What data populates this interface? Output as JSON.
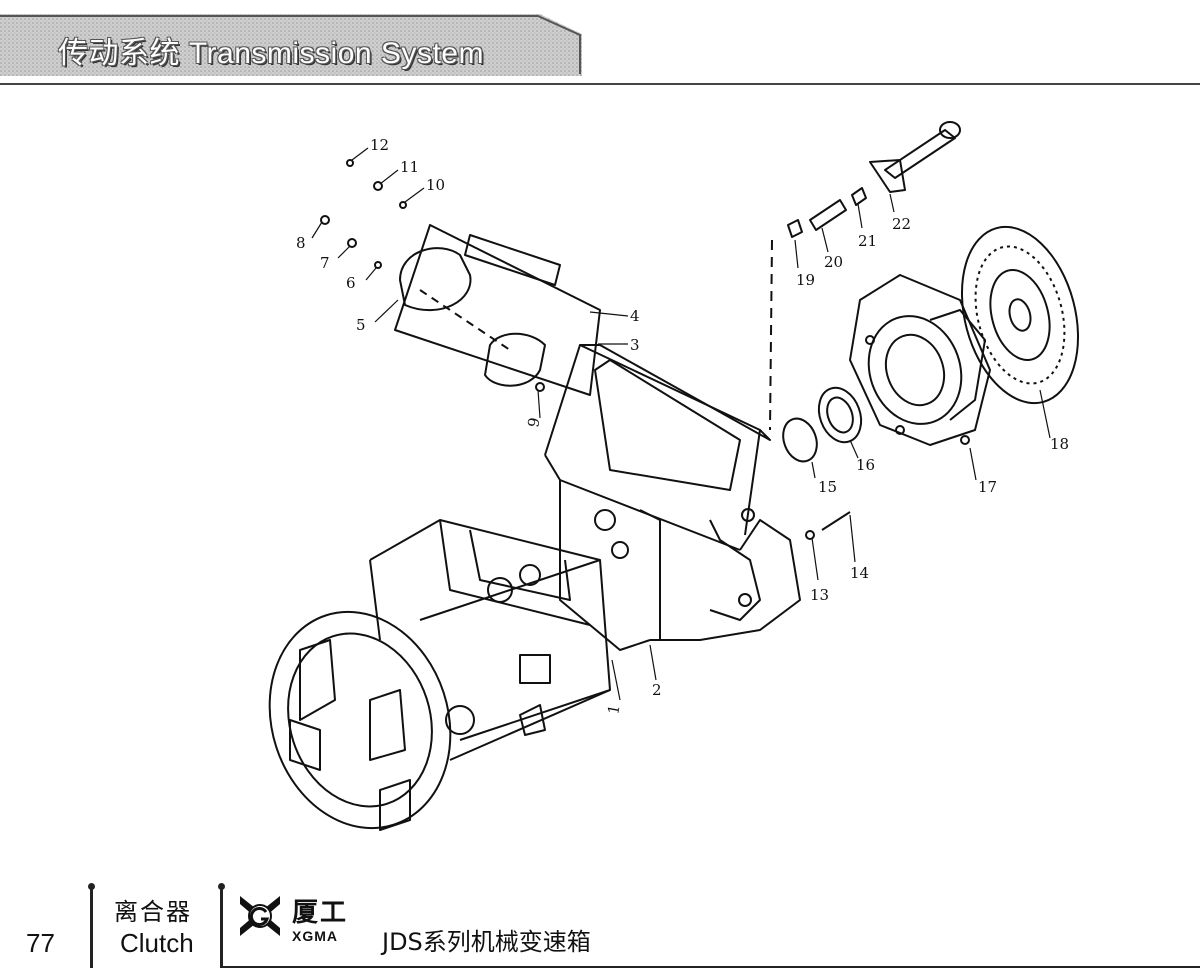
{
  "header": {
    "title": "传动系统 Transmission System"
  },
  "diagram": {
    "callouts": [
      "1",
      "2",
      "3",
      "4",
      "5",
      "6",
      "7",
      "8",
      "9",
      "10",
      "11",
      "12",
      "13",
      "14",
      "15",
      "16",
      "17",
      "18",
      "19",
      "20",
      "21",
      "22"
    ]
  },
  "footer": {
    "page_number": "77",
    "section_cn": "离合器",
    "section_en": "Clutch",
    "brand_cn": "厦工",
    "brand_en": "XGMA",
    "product": "JDS系列机械变速箱"
  }
}
